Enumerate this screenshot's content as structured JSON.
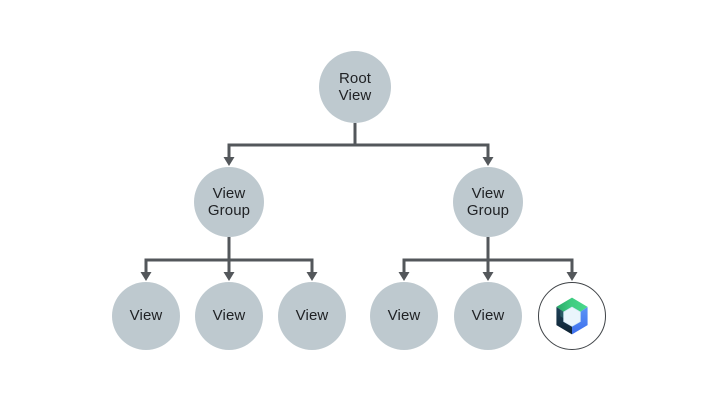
{
  "diagram": {
    "type": "tree",
    "description": "View hierarchy tree with a Jetpack Compose node",
    "colors": {
      "background": "#ffffff",
      "node_fill": "#bec9cf",
      "node_text": "#1f2124",
      "connector": "#53575b",
      "compose_ring": "#3f4347",
      "compose_green": "#3ecb80",
      "compose_blue": "#4285f4",
      "compose_navy": "#15293c",
      "compose_center": "#eaf5fc"
    },
    "nodes": {
      "root": {
        "label": "Root\nView"
      },
      "group_left": {
        "label": "View\nGroup"
      },
      "group_right": {
        "label": "View\nGroup"
      },
      "view_l1": {
        "label": "View"
      },
      "view_l2": {
        "label": "View"
      },
      "view_l3": {
        "label": "View"
      },
      "view_r1": {
        "label": "View"
      },
      "view_r2": {
        "label": "View"
      },
      "compose": {
        "label": "",
        "icon": "jetpack-compose-logo"
      }
    },
    "edges": [
      {
        "from": "root",
        "to": "group_left"
      },
      {
        "from": "root",
        "to": "group_right"
      },
      {
        "from": "group_left",
        "to": "view_l1"
      },
      {
        "from": "group_left",
        "to": "view_l2"
      },
      {
        "from": "group_left",
        "to": "view_l3"
      },
      {
        "from": "group_right",
        "to": "view_r1"
      },
      {
        "from": "group_right",
        "to": "view_r2"
      },
      {
        "from": "group_right",
        "to": "compose"
      }
    ]
  }
}
